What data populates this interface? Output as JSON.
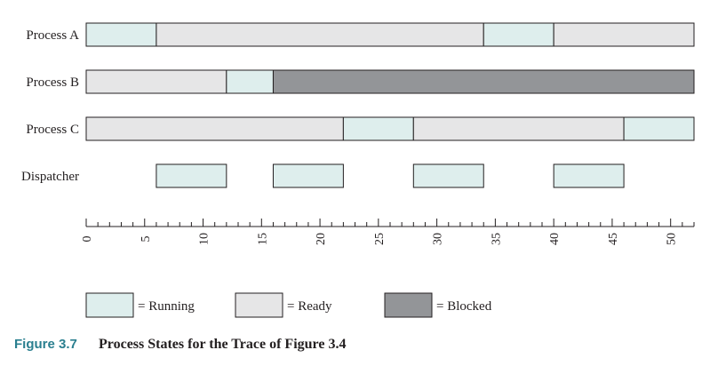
{
  "chart_data": {
    "type": "gantt",
    "x": {
      "min": 0,
      "max": 52,
      "major_ticks": [
        0,
        5,
        10,
        15,
        20,
        25,
        30,
        35,
        40,
        45,
        50
      ],
      "minor_step": 1
    },
    "states": {
      "running": {
        "label": "= Running",
        "color": "#deeeed"
      },
      "ready": {
        "label": "= Ready",
        "color": "#e6e6e7"
      },
      "blocked": {
        "label": "= Blocked",
        "color": "#939598"
      }
    },
    "rows": [
      {
        "label": "Process A",
        "segments": [
          {
            "start": 0,
            "end": 6,
            "state": "running"
          },
          {
            "start": 6,
            "end": 34,
            "state": "ready"
          },
          {
            "start": 34,
            "end": 40,
            "state": "running"
          },
          {
            "start": 40,
            "end": 52,
            "state": "ready"
          }
        ]
      },
      {
        "label": "Process B",
        "segments": [
          {
            "start": 0,
            "end": 12,
            "state": "ready"
          },
          {
            "start": 12,
            "end": 16,
            "state": "running"
          },
          {
            "start": 16,
            "end": 52,
            "state": "blocked"
          }
        ]
      },
      {
        "label": "Process C",
        "segments": [
          {
            "start": 0,
            "end": 22,
            "state": "ready"
          },
          {
            "start": 22,
            "end": 28,
            "state": "running"
          },
          {
            "start": 28,
            "end": 46,
            "state": "ready"
          },
          {
            "start": 46,
            "end": 52,
            "state": "running"
          }
        ]
      },
      {
        "label": "Dispatcher",
        "segments": [
          {
            "start": 6,
            "end": 12,
            "state": "running"
          },
          {
            "start": 16,
            "end": 22,
            "state": "running"
          },
          {
            "start": 28,
            "end": 34,
            "state": "running"
          },
          {
            "start": 40,
            "end": 46,
            "state": "running"
          }
        ]
      }
    ],
    "legend": [
      "running",
      "ready",
      "blocked"
    ],
    "caption": {
      "number": "Figure 3.7",
      "title": "Process States for the Trace of Figure 3.4"
    }
  }
}
